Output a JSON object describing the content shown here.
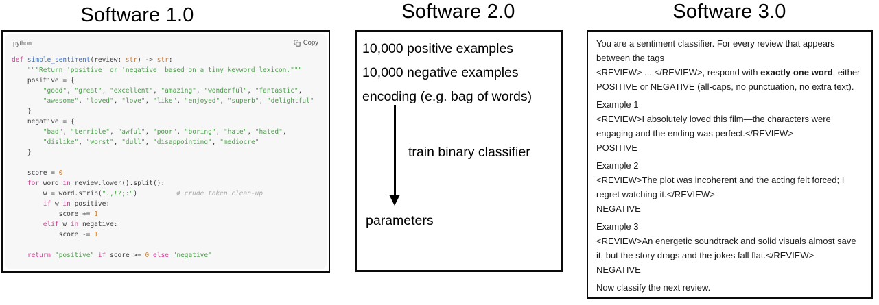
{
  "panel1": {
    "title": "Software 1.0",
    "code_lang": "python",
    "copy_label": "Copy",
    "code": [
      [
        [
          "k",
          "def"
        ],
        [
          "p",
          " "
        ],
        [
          "f",
          "simple_sentiment"
        ],
        [
          "p",
          "(review: "
        ],
        [
          "b",
          "str"
        ],
        [
          "p",
          ") -> "
        ],
        [
          "b",
          "str"
        ],
        [
          "p",
          ":"
        ]
      ],
      [
        [
          "p",
          "    "
        ],
        [
          "s",
          "\"\"\"Return 'positive' or 'negative' based on a tiny keyword lexicon.\"\"\""
        ]
      ],
      [
        [
          "p",
          "    positive = {"
        ]
      ],
      [
        [
          "p",
          "        "
        ],
        [
          "s",
          "\"good\""
        ],
        [
          "p",
          ", "
        ],
        [
          "s",
          "\"great\""
        ],
        [
          "p",
          ", "
        ],
        [
          "s",
          "\"excellent\""
        ],
        [
          "p",
          ", "
        ],
        [
          "s",
          "\"amazing\""
        ],
        [
          "p",
          ", "
        ],
        [
          "s",
          "\"wonderful\""
        ],
        [
          "p",
          ", "
        ],
        [
          "s",
          "\"fantastic\""
        ],
        [
          "p",
          ","
        ]
      ],
      [
        [
          "p",
          "        "
        ],
        [
          "s",
          "\"awesome\""
        ],
        [
          "p",
          ", "
        ],
        [
          "s",
          "\"loved\""
        ],
        [
          "p",
          ", "
        ],
        [
          "s",
          "\"love\""
        ],
        [
          "p",
          ", "
        ],
        [
          "s",
          "\"like\""
        ],
        [
          "p",
          ", "
        ],
        [
          "s",
          "\"enjoyed\""
        ],
        [
          "p",
          ", "
        ],
        [
          "s",
          "\"superb\""
        ],
        [
          "p",
          ", "
        ],
        [
          "s",
          "\"delightful\""
        ]
      ],
      [
        [
          "p",
          "    }"
        ]
      ],
      [
        [
          "p",
          "    negative = {"
        ]
      ],
      [
        [
          "p",
          "        "
        ],
        [
          "s",
          "\"bad\""
        ],
        [
          "p",
          ", "
        ],
        [
          "s",
          "\"terrible\""
        ],
        [
          "p",
          ", "
        ],
        [
          "s",
          "\"awful\""
        ],
        [
          "p",
          ", "
        ],
        [
          "s",
          "\"poor\""
        ],
        [
          "p",
          ", "
        ],
        [
          "s",
          "\"boring\""
        ],
        [
          "p",
          ", "
        ],
        [
          "s",
          "\"hate\""
        ],
        [
          "p",
          ", "
        ],
        [
          "s",
          "\"hated\""
        ],
        [
          "p",
          ","
        ]
      ],
      [
        [
          "p",
          "        "
        ],
        [
          "s",
          "\"dislike\""
        ],
        [
          "p",
          ", "
        ],
        [
          "s",
          "\"worst\""
        ],
        [
          "p",
          ", "
        ],
        [
          "s",
          "\"dull\""
        ],
        [
          "p",
          ", "
        ],
        [
          "s",
          "\"disappointing\""
        ],
        [
          "p",
          ", "
        ],
        [
          "s",
          "\"mediocre\""
        ]
      ],
      [
        [
          "p",
          "    }"
        ]
      ],
      [],
      [
        [
          "p",
          "    score = "
        ],
        [
          "n",
          "0"
        ]
      ],
      [
        [
          "p",
          "    "
        ],
        [
          "k",
          "for"
        ],
        [
          "p",
          " word "
        ],
        [
          "k",
          "in"
        ],
        [
          "p",
          " review.lower().split():"
        ]
      ],
      [
        [
          "p",
          "        w = word.strip("
        ],
        [
          "s",
          "\".,!?;:\""
        ],
        [
          "p",
          ")          "
        ],
        [
          "c",
          "# crude token clean-up"
        ]
      ],
      [
        [
          "p",
          "        "
        ],
        [
          "k",
          "if"
        ],
        [
          "p",
          " w "
        ],
        [
          "k",
          "in"
        ],
        [
          "p",
          " positive:"
        ]
      ],
      [
        [
          "p",
          "            score += "
        ],
        [
          "n",
          "1"
        ]
      ],
      [
        [
          "p",
          "        "
        ],
        [
          "k",
          "elif"
        ],
        [
          "p",
          " w "
        ],
        [
          "k",
          "in"
        ],
        [
          "p",
          " negative:"
        ]
      ],
      [
        [
          "p",
          "            score -= "
        ],
        [
          "n",
          "1"
        ]
      ],
      [],
      [
        [
          "p",
          "    "
        ],
        [
          "k",
          "return"
        ],
        [
          "p",
          " "
        ],
        [
          "s",
          "\"positive\""
        ],
        [
          "p",
          " "
        ],
        [
          "k",
          "if"
        ],
        [
          "p",
          " score >= "
        ],
        [
          "n",
          "0"
        ],
        [
          "p",
          " "
        ],
        [
          "k",
          "else"
        ],
        [
          "p",
          " "
        ],
        [
          "s",
          "\"negative\""
        ]
      ]
    ]
  },
  "panel2": {
    "title": "Software 2.0",
    "inputs": [
      "10,000 positive examples",
      "10,000 negative examples",
      "encoding (e.g. bag of words)"
    ],
    "arrow_label": "train binary classifier",
    "output_label": "parameters"
  },
  "panel3": {
    "title": "Software 3.0",
    "paragraphs": [
      [
        [
          {
            "t": "You are a sentiment classifier. For every review that appears between the tags"
          }
        ],
        [
          {
            "t": "<REVIEW> ... </REVIEW>, respond with "
          },
          {
            "t": "exactly one word",
            "b": true
          },
          {
            "t": ", either POSITIVE or NEGATIVE (all-caps, no punctuation, no extra text)."
          }
        ]
      ],
      [
        [
          {
            "t": "Example 1"
          }
        ],
        [
          {
            "t": "<REVIEW>I absolutely loved this film—the characters were engaging and the ending was perfect.</REVIEW>"
          }
        ],
        [
          {
            "t": "POSITIVE"
          }
        ]
      ],
      [
        [
          {
            "t": "Example 2"
          }
        ],
        [
          {
            "t": "<REVIEW>The plot was incoherent and the acting felt forced; I regret watching it.</REVIEW>"
          }
        ],
        [
          {
            "t": "NEGATIVE"
          }
        ]
      ],
      [
        [
          {
            "t": "Example 3"
          }
        ],
        [
          {
            "t": "<REVIEW>An energetic soundtrack and solid visuals almost save it, but the story drags and the jokes fall flat.</REVIEW>"
          }
        ],
        [
          {
            "t": "NEGATIVE"
          }
        ]
      ],
      [
        [
          {
            "t": "Now classify the next review."
          }
        ]
      ]
    ]
  },
  "colors": {
    "syntax_keyword": "#d33c94",
    "syntax_function": "#3e74c4",
    "syntax_builtin": "#ca7c36",
    "syntax_string": "#4f9e4d",
    "syntax_number": "#d07f2e",
    "syntax_comment": "#a9a9a9",
    "syntax_plain": "#3c3c40",
    "code_bg": "#f7f7f8",
    "border": "#0b0b0b"
  }
}
